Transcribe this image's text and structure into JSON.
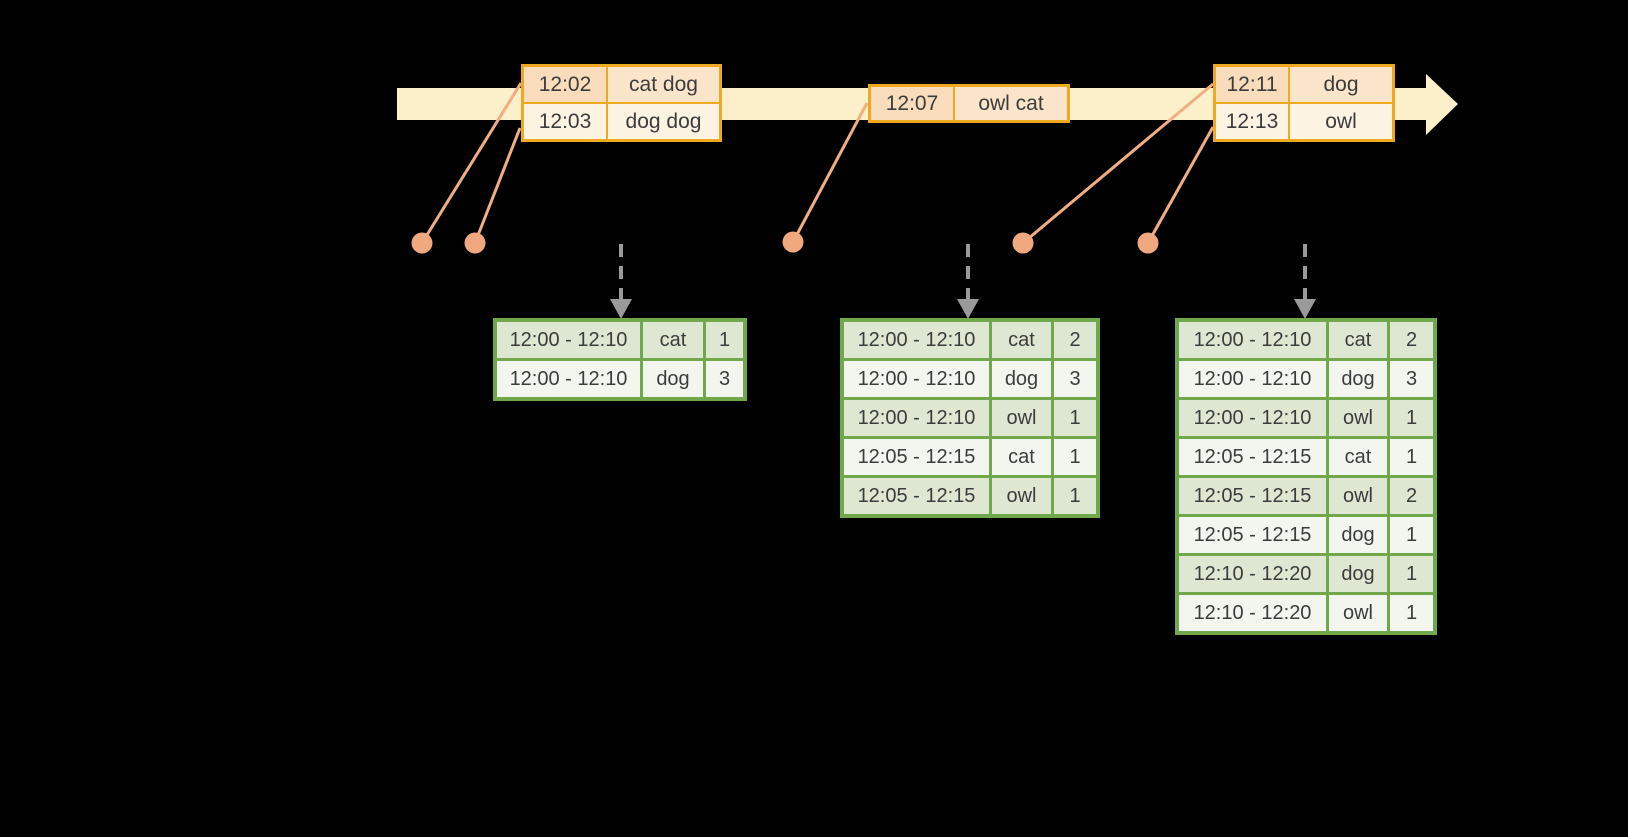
{
  "colors": {
    "background": "#000000",
    "timeline_band": "#fbf0ca",
    "event_border": "#edaa20",
    "event_row_time_fill": "#f8dcbb",
    "event_row_words_fill": "#fae5cb",
    "event_row_alt_fill": "#fdf3e3",
    "connector": "#f1ae83",
    "dot": "#f0a87e",
    "trigger_arrow": "#9a9a9a",
    "table_border": "#72a84c",
    "table_row_odd_fill": "#dde7d2",
    "table_row_even_fill": "#f3f6ee",
    "text": "#3c3c3c"
  },
  "timeline": {
    "events": [
      {
        "rows": [
          {
            "time": "12:02",
            "words": "cat dog"
          },
          {
            "time": "12:03",
            "words": "dog dog"
          }
        ]
      },
      {
        "rows": [
          {
            "time": "12:07",
            "words": "owl cat"
          }
        ]
      },
      {
        "rows": [
          {
            "time": "12:11",
            "words": "dog"
          },
          {
            "time": "12:13",
            "words": "owl"
          }
        ]
      }
    ]
  },
  "result_tables": [
    {
      "rows": [
        {
          "window": "12:00 - 12:10",
          "word": "cat",
          "count": "1"
        },
        {
          "window": "12:00 - 12:10",
          "word": "dog",
          "count": "3"
        }
      ]
    },
    {
      "rows": [
        {
          "window": "12:00 - 12:10",
          "word": "cat",
          "count": "2"
        },
        {
          "window": "12:00 - 12:10",
          "word": "dog",
          "count": "3"
        },
        {
          "window": "12:00 - 12:10",
          "word": "owl",
          "count": "1"
        },
        {
          "window": "12:05 - 12:15",
          "word": "cat",
          "count": "1"
        },
        {
          "window": "12:05 - 12:15",
          "word": "owl",
          "count": "1"
        }
      ]
    },
    {
      "rows": [
        {
          "window": "12:00 - 12:10",
          "word": "cat",
          "count": "2"
        },
        {
          "window": "12:00 - 12:10",
          "word": "dog",
          "count": "3"
        },
        {
          "window": "12:00 - 12:10",
          "word": "owl",
          "count": "1"
        },
        {
          "window": "12:05 - 12:15",
          "word": "cat",
          "count": "1"
        },
        {
          "window": "12:05 - 12:15",
          "word": "owl",
          "count": "2"
        },
        {
          "window": "12:05 - 12:15",
          "word": "dog",
          "count": "1"
        },
        {
          "window": "12:10 - 12:20",
          "word": "dog",
          "count": "1"
        },
        {
          "window": "12:10 - 12:20",
          "word": "owl",
          "count": "1"
        }
      ]
    }
  ]
}
